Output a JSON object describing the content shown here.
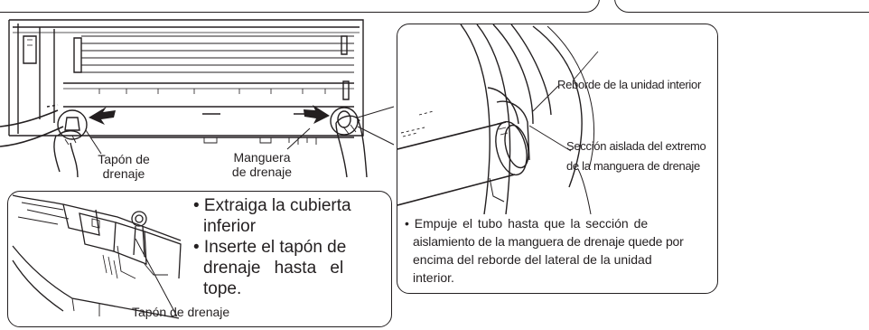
{
  "left_diagram": {
    "labels": {
      "drain_plug_top": [
        "Tapón de",
        "drenaje"
      ],
      "drain_hose": [
        "Manguera",
        "de drenaje"
      ],
      "drain_plug_bottom": "Tapón de drenaje"
    },
    "bullets": [
      [
        "• Extraiga la cubierta",
        "inferior"
      ],
      [
        "• Inserte el tapón de",
        "drenaje hasta el",
        "tope."
      ]
    ]
  },
  "right_diagram": {
    "labels": {
      "indoor_unit_edge": "Reborde de la unidad interior",
      "insulated_section": [
        "Sección aislada del extremo",
        "de la manguera de drenaje"
      ]
    },
    "instruction": [
      "• Empuje el tubo hasta que la sección de",
      "aislamiento de la manguera de drenaje quede por",
      "encima del reborde del lateral de la unidad",
      "interior."
    ]
  },
  "colors": {
    "line": "#231f20",
    "background": "#ffffff",
    "light_fill": "#f2f2f2"
  }
}
